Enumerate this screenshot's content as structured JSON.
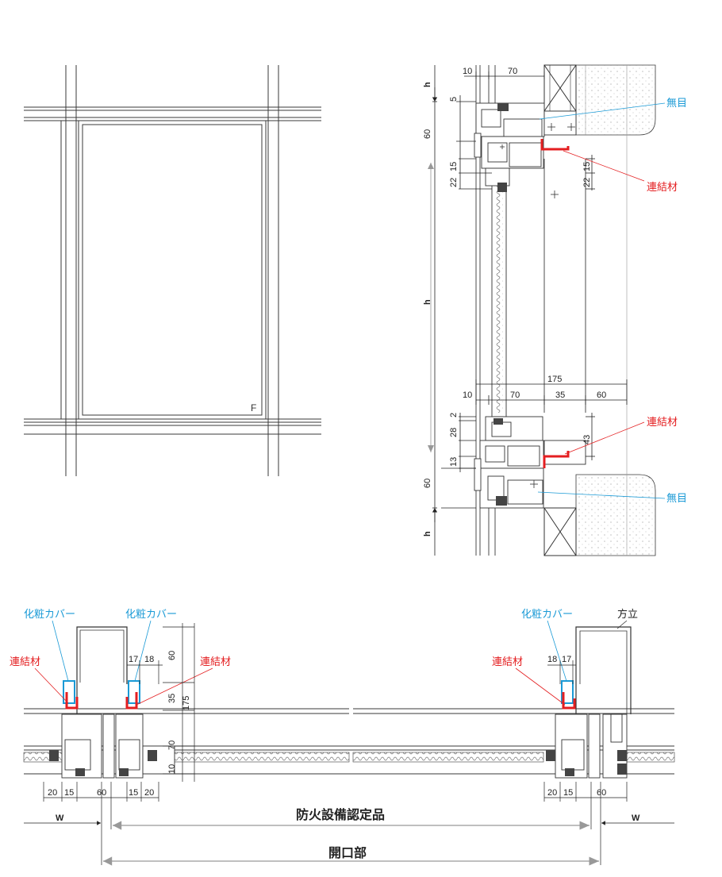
{
  "colors": {
    "line": "#3a3a3a",
    "blue": "#1a9ad6",
    "red": "#e41e20",
    "insulation": "#cfcfcf"
  },
  "elevation": {
    "mark": "F"
  },
  "section": {
    "h_labels": [
      "h",
      "h",
      "h"
    ],
    "top_dims": [
      "10",
      "70",
      "5",
      "60",
      "15",
      "22",
      "15",
      "22"
    ],
    "mid_dims": [
      "175",
      "10",
      "70",
      "35",
      "60"
    ],
    "low_dims": [
      "2",
      "28",
      "13",
      "43",
      "60"
    ],
    "label_mume": "無目",
    "label_renketsu": "連結材"
  },
  "plan": {
    "cover": "化粧カバー",
    "renketsu": "連結材",
    "houdate": "方立",
    "dims_left": [
      "17",
      "18",
      "60",
      "35",
      "175",
      "70",
      "10"
    ],
    "dims_right": [
      "18",
      "17"
    ],
    "bottom_left": [
      "20",
      "15",
      "60",
      "15",
      "20"
    ],
    "bottom_right": [
      "20",
      "15",
      "60"
    ],
    "w_left": "W",
    "w_right": "W",
    "fireproof": "防火設備認定品",
    "opening": "開口部"
  }
}
